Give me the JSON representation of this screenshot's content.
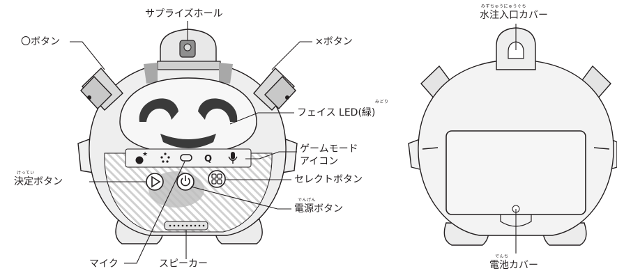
{
  "front_labels": {
    "surprise_hole": "サプライズホール",
    "circle_button": "〇ボタン",
    "x_button": "×ボタン",
    "face_led": "フェイス LED",
    "face_led_paren": "(緑)",
    "face_led_ruby": "みどり",
    "game_mode_icons_line1": "ゲームモード",
    "game_mode_icons_line2": "アイコン",
    "decide_button": "決定ボタン",
    "decide_ruby": "けってい",
    "select_button": "セレクトボタン",
    "power_button": "電源ボタン",
    "power_ruby": "でんげん",
    "mic": "マイク",
    "speaker": "スピーカー"
  },
  "back_labels": {
    "water_inlet_cover": "水注入口カバー",
    "water_inlet_ruby": "みずちゅうにゅうぐち",
    "battery_cover": "電池カバー",
    "battery_ruby": "でんち"
  },
  "icons": {
    "mode_icons": [
      "bomb-star-icon",
      "dots-icon",
      "pill-icon",
      "q-icon",
      "mic-icon"
    ],
    "mode_q_glyph": "Q",
    "mode_star_glyph": "★"
  }
}
